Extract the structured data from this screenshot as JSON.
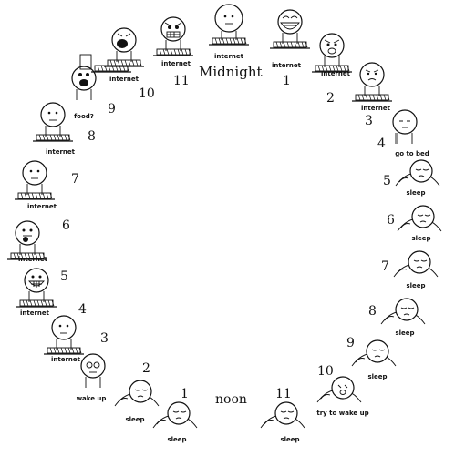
{
  "title": "Midnight",
  "noon": "noon",
  "hours": [
    {
      "label": "11",
      "act": "internet",
      "face": "rage"
    },
    {
      "label": "1",
      "act": "internet",
      "face": "troll"
    },
    {
      "label": "2",
      "act": "internet",
      "face": "angry"
    },
    {
      "label": "3",
      "act": "internet",
      "face": "sad"
    },
    {
      "label": "4",
      "act": "go to bed",
      "face": "sleepy"
    },
    {
      "label": "5",
      "act": "sleep",
      "face": "sleep"
    },
    {
      "label": "6",
      "act": "sleep",
      "face": "sleep"
    },
    {
      "label": "7",
      "act": "sleep",
      "face": "sleep"
    },
    {
      "label": "8",
      "act": "sleep",
      "face": "sleep"
    },
    {
      "label": "9",
      "act": "sleep",
      "face": "sleep"
    },
    {
      "label": "10",
      "act": "try to wake up",
      "face": "wake"
    },
    {
      "label": "11",
      "act": "sleep",
      "face": "sleep"
    },
    {
      "label": "1",
      "act": "sleep",
      "face": "sleep"
    },
    {
      "label": "2",
      "act": "sleep",
      "face": "sleep"
    },
    {
      "label": "3",
      "act": "wake up",
      "face": "groggy"
    },
    {
      "label": "4",
      "act": "internet",
      "face": "neutral"
    },
    {
      "label": "5",
      "act": "internet",
      "face": "grin"
    },
    {
      "label": "6",
      "act": "internet",
      "face": "tongue"
    },
    {
      "label": "7",
      "act": "internet",
      "face": "meh"
    },
    {
      "label": "8",
      "act": "internet",
      "face": "bored"
    },
    {
      "label": "9",
      "act": "food?",
      "face": "eat"
    },
    {
      "label": "10",
      "act": "internet",
      "face": "yell"
    },
    {
      "label": "11",
      "act": "internet",
      "face": "rage"
    }
  ],
  "midnight_act": "internet"
}
